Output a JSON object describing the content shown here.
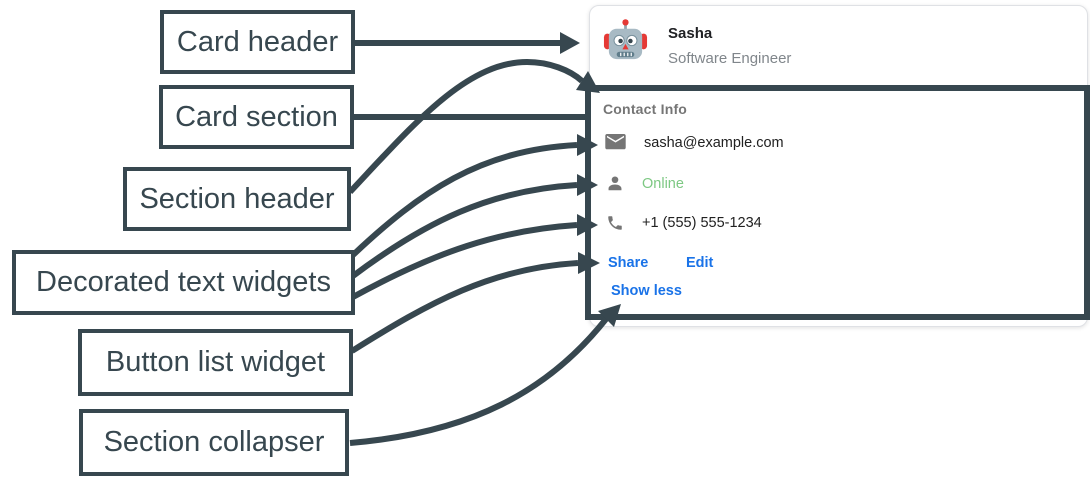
{
  "colors": {
    "slate": "#37474f",
    "blue": "#1a73e8",
    "green": "#7dc883",
    "gray_text": "#757575",
    "dark_text": "#212121",
    "muted_text": "#80868b",
    "card_border": "#dfe1e5",
    "red_accent": "#e53935"
  },
  "labels": [
    {
      "id": "card-header",
      "text": "Card header"
    },
    {
      "id": "card-section",
      "text": "Card section"
    },
    {
      "id": "section-header",
      "text": "Section header"
    },
    {
      "id": "decorated-text-widgets",
      "text": "Decorated text widgets"
    },
    {
      "id": "button-list-widget",
      "text": "Button list widget"
    },
    {
      "id": "section-collapser",
      "text": "Section collapser"
    }
  ],
  "card": {
    "header": {
      "avatar_icon": "robot-avatar",
      "name": "Sasha",
      "subtitle": "Software Engineer"
    },
    "section": {
      "header": "Contact Info",
      "rows": [
        {
          "icon": "email-icon",
          "text": "sasha@example.com",
          "style": "dark"
        },
        {
          "icon": "person-icon",
          "text": "Online",
          "style": "green"
        },
        {
          "icon": "phone-icon",
          "text": "+1 (555) 555-1234",
          "style": "dark"
        }
      ],
      "buttons": [
        "Share",
        "Edit"
      ],
      "collapser": "Show less"
    }
  }
}
